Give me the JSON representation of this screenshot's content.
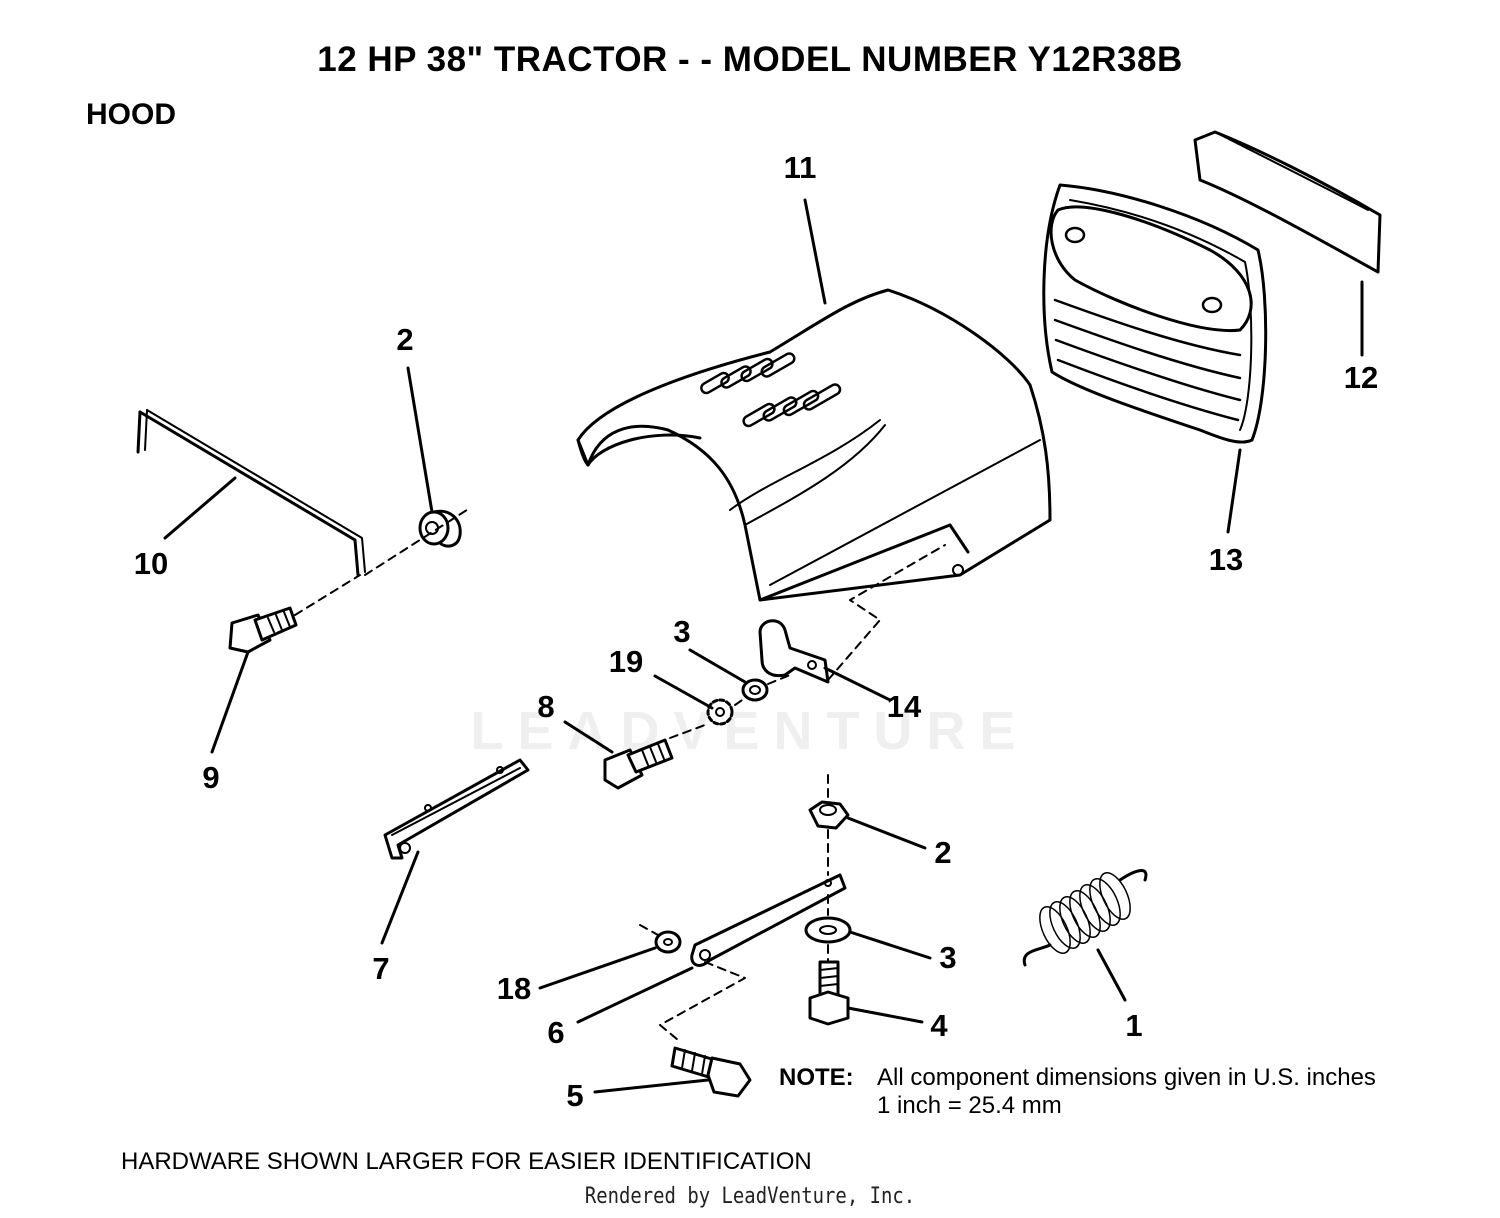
{
  "header": {
    "title": "12 HP 38\" TRACTOR - - MODEL NUMBER Y12R38B",
    "section": "HOOD"
  },
  "callouts": [
    {
      "id": "11",
      "label": "11"
    },
    {
      "id": "12",
      "label": "12"
    },
    {
      "id": "13",
      "label": "13"
    },
    {
      "id": "2a",
      "label": "2"
    },
    {
      "id": "10",
      "label": "10"
    },
    {
      "id": "9",
      "label": "9"
    },
    {
      "id": "3a",
      "label": "3"
    },
    {
      "id": "19",
      "label": "19"
    },
    {
      "id": "14",
      "label": "14"
    },
    {
      "id": "8",
      "label": "8"
    },
    {
      "id": "2b",
      "label": "2"
    },
    {
      "id": "7",
      "label": "7"
    },
    {
      "id": "3b",
      "label": "3"
    },
    {
      "id": "18",
      "label": "18"
    },
    {
      "id": "6",
      "label": "6"
    },
    {
      "id": "4",
      "label": "4"
    },
    {
      "id": "1",
      "label": "1"
    },
    {
      "id": "5",
      "label": "5"
    }
  ],
  "note": {
    "label": "NOTE:",
    "line1": "All component dimensions given in U.S. inches",
    "line2": "1 inch = 25.4 mm"
  },
  "footer": {
    "hardware": "HARDWARE SHOWN LARGER FOR EASIER IDENTIFICATION",
    "rendered_by": "Rendered by LeadVenture, Inc."
  },
  "watermark": "LEADVENTURE"
}
